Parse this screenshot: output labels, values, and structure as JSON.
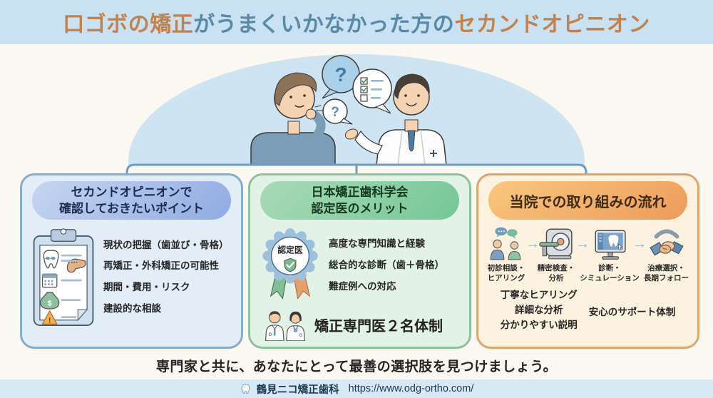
{
  "title": {
    "accent1": "口ゴボの矯正",
    "middle": "がうまくいかなかった方の",
    "accent2": "セカンドオピニオン"
  },
  "hero": {
    "question_large": "?",
    "question_small": "?"
  },
  "cards": {
    "points": {
      "title_line1": "セカンドオピニオンで",
      "title_line2": "確認しておきたいポイント",
      "items": [
        "現状の把握（歯並び・骨格）",
        "再矯正・外科矯正の可能性",
        "期間・費用・リスク",
        "建設的な相談"
      ]
    },
    "merit": {
      "title_line1": "日本矯正歯科学会",
      "title_line2": "認定医のメリット",
      "badge_label": "認定医",
      "items": [
        "高度な専門知識と経験",
        "総合的な診断（歯＋骨格）",
        "難症例への対応"
      ],
      "highlight": "矯正専門医２名体制"
    },
    "flow": {
      "title": "当院での取り組みの流れ",
      "arrow": "→",
      "steps": [
        {
          "icon": "consultation-icon",
          "line1": "初診相談・",
          "line2": "ヒアリング"
        },
        {
          "icon": "ct-scanner-icon",
          "line1": "精密検査・",
          "line2": "分析"
        },
        {
          "icon": "diagnosis-monitor-icon",
          "line1": "診断・",
          "line2": "シミュレーション"
        },
        {
          "icon": "handshake-icon",
          "line1": "治療選択・",
          "line2": "長期フォロー"
        }
      ],
      "note_left_lines": [
        "丁寧なヒアリング",
        "詳細な分析",
        "分かりやすい説明"
      ],
      "note_right": "安心のサポート体制"
    }
  },
  "bottom_message": "専門家と共に、あなたにとって最善の選択肢を見つけましょう。",
  "footer": {
    "clinic_name": "鶴見ニコ矯正歯科",
    "url": "https://www.odg-ortho.com/"
  },
  "colors": {
    "header_bg": "#c9e2f3",
    "title_accent": "#c2824e",
    "title_base": "#5a89a8",
    "card_points_border": "#84add2",
    "card_merit_border": "#8bc29a",
    "card_flow_border": "#dda76b",
    "connector": "#6f9bbf",
    "footer_bg": "#d6e9f5"
  }
}
